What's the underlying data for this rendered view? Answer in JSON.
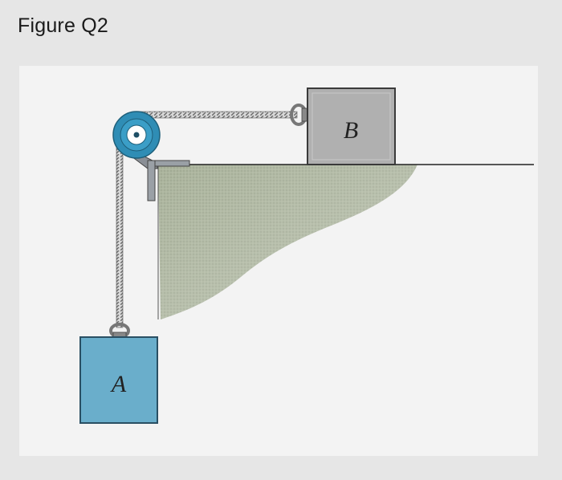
{
  "figure": {
    "title": "Figure Q2",
    "block_a_label": "A",
    "block_b_label": "B"
  },
  "colors": {
    "background": "#e6e6e6",
    "panel": "#f3f3f3",
    "block_a_fill": "#6aaecb",
    "block_b_fill": "#b0b0b0",
    "pulley": "#2f8db5",
    "ground": "#a8b19a"
  }
}
